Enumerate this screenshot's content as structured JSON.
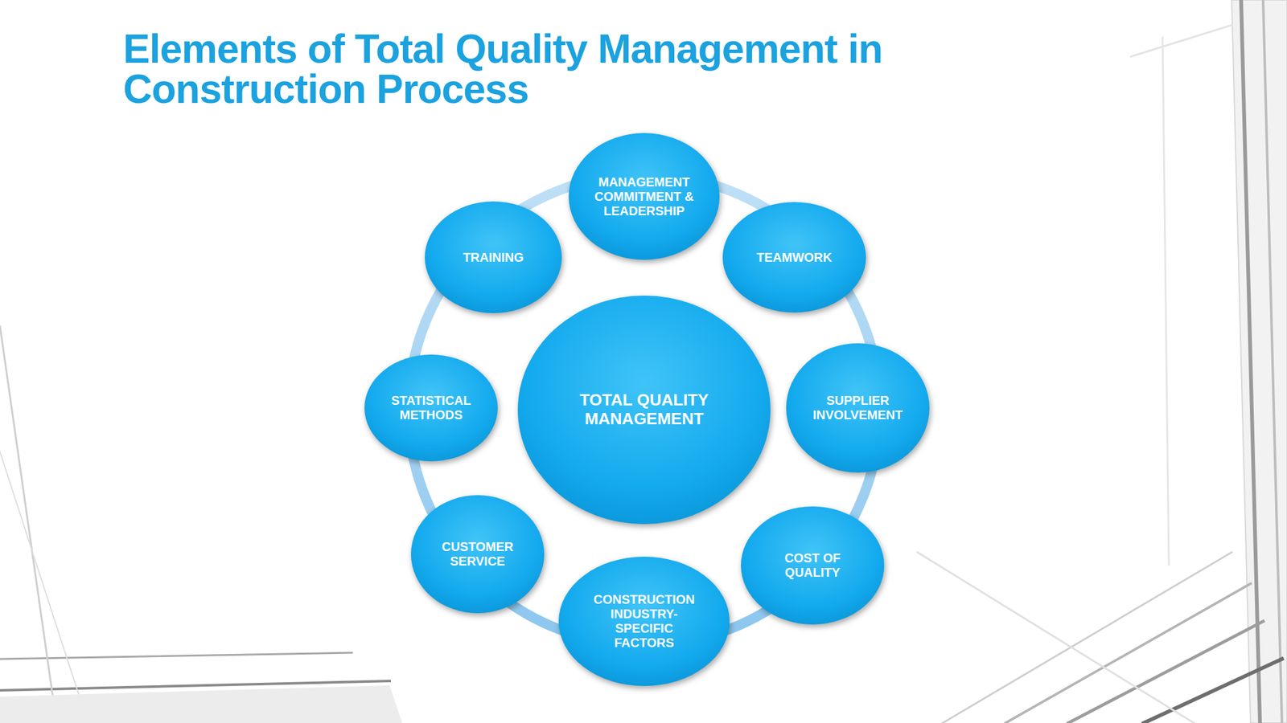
{
  "diagram": {
    "title": "Elements of Total Quality Management in Construction Process",
    "nodes": [
      {
        "text": [
          "TOTAL QUALITY MANAGEMENT"
        ]
      },
      {
        "text": [
          "MANAGEMENT COMMITMENT & LEADERSHIP"
        ]
      },
      {
        "text": [
          "TEAMWORK"
        ]
      },
      {
        "text": [
          "SUPPLIER INVOLVEMENT"
        ]
      },
      {
        "text": [
          "COST OF QUALITY"
        ]
      },
      {
        "text": [
          "CONSTRUCTION INDUSTRY- SPECIFIC FACTORS"
        ]
      },
      {
        "text": [
          "CUSTOMER SERVICE"
        ]
      },
      {
        "text": [
          "STATISTICAL METHODS"
        ]
      },
      {
        "text": [
          "TRAINING"
        ]
      }
    ]
  }
}
